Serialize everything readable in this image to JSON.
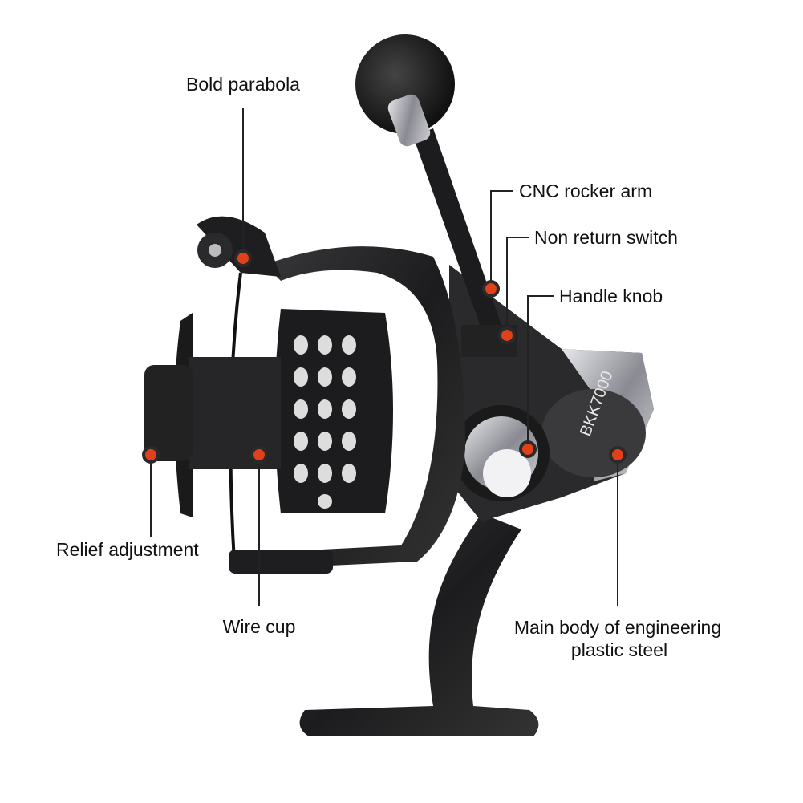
{
  "product": {
    "model_text": "BKK7000"
  },
  "labels": {
    "bold_parabola": "Bold parabola",
    "cnc_rocker_arm": "CNC rocker arm",
    "non_return_switch": "Non return switch",
    "handle_knob": "Handle knob",
    "relief_adjustment": "Relief adjustment",
    "wire_cup": "Wire cup",
    "main_body_line1": "Main body of engineering",
    "main_body_line2": "plastic steel"
  },
  "colors": {
    "marker": "#e0401a",
    "marker_ring": "#2a2a2a",
    "leader_line": "#222222"
  }
}
